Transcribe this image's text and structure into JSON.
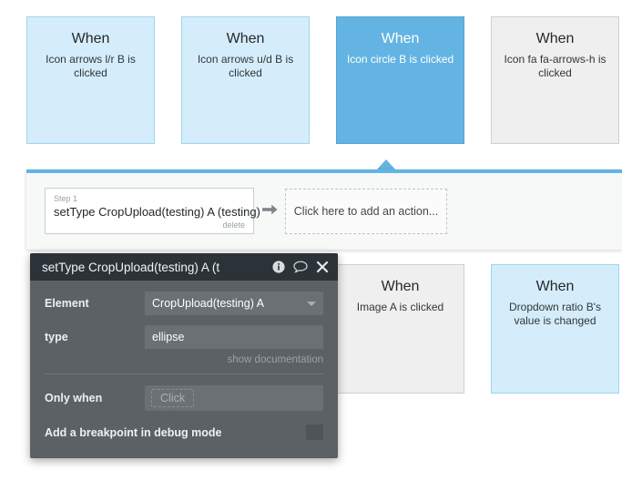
{
  "workflow_board": {
    "event_cards_top": [
      {
        "title": "When",
        "subtitle": "Icon arrows l/r B is clicked",
        "style": "light"
      },
      {
        "title": "When",
        "subtitle": "Icon arrows u/d B is clicked",
        "style": "light"
      },
      {
        "title": "When",
        "subtitle": "Icon circle B is clicked",
        "style": "selected"
      },
      {
        "title": "When",
        "subtitle": "Icon fa fa-arrows-h is clicked",
        "style": "neutral"
      }
    ],
    "event_cards_bottom": [
      {
        "title": "When",
        "subtitle": "Image A is clicked",
        "style": "neutral"
      },
      {
        "title": "When",
        "subtitle": "Dropdown ratio B's value is changed",
        "style": "light"
      }
    ],
    "colors": {
      "card_light_bg": "#d5edfb",
      "card_light_border": "#9ed5f0",
      "card_selected_bg": "#63b4e2",
      "card_neutral_bg": "#efefef",
      "accent_bar": "#63b4e2",
      "dialog_header_bg": "#2b3338",
      "dialog_body_bg": "#5c6165"
    }
  },
  "action_panel": {
    "step": {
      "index_label": "Step 1",
      "title": "setType CropUpload(testing) A (testing)",
      "delete_label": "delete"
    },
    "arrow_icon": "arrow-right-icon",
    "add_action_label": "Click here to add an action..."
  },
  "property_dialog": {
    "title": "setType CropUpload(testing) A (t",
    "header_icons": [
      "info-icon",
      "comment-icon",
      "close-icon"
    ],
    "fields": [
      {
        "label": "Element",
        "value": "CropUpload(testing) A",
        "type": "dropdown"
      },
      {
        "label": "type",
        "value": "ellipse",
        "type": "text"
      }
    ],
    "show_documentation_label": "show documentation",
    "only_when": {
      "label": "Only when",
      "placeholder": "Click"
    },
    "breakpoint": {
      "label": "Add a breakpoint in debug mode",
      "checked": false
    }
  }
}
